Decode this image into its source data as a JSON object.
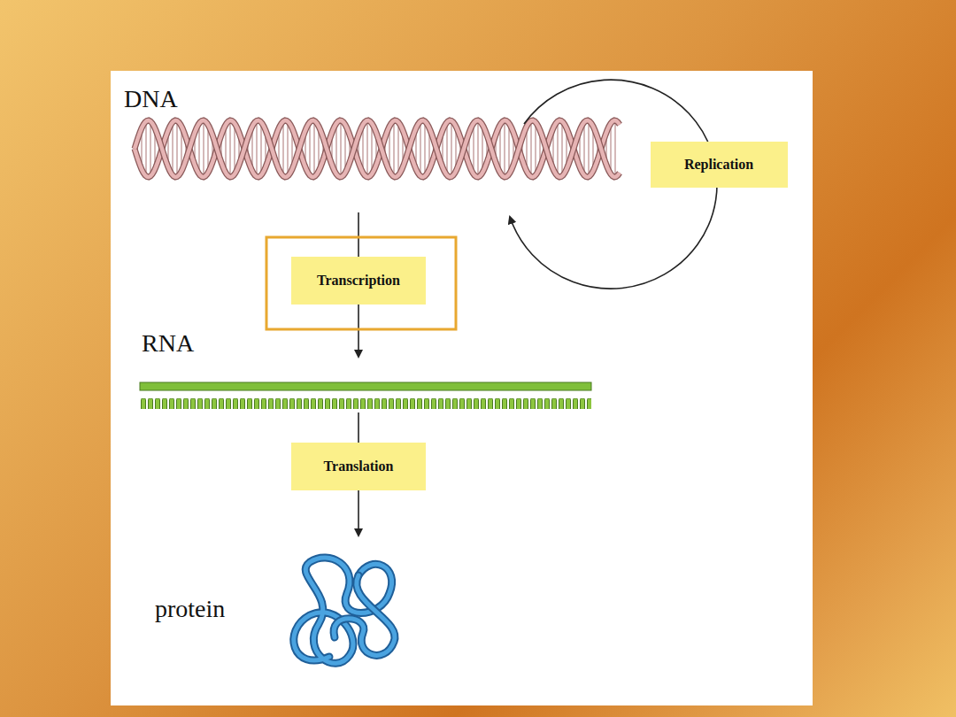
{
  "diagram": {
    "nodes": [
      {
        "text": [
          "Replication"
        ]
      },
      {
        "text": [
          "Transcription"
        ]
      },
      {
        "text": [
          "Translation"
        ]
      }
    ],
    "labels": [
      "DNA",
      "RNA",
      "protein"
    ]
  }
}
